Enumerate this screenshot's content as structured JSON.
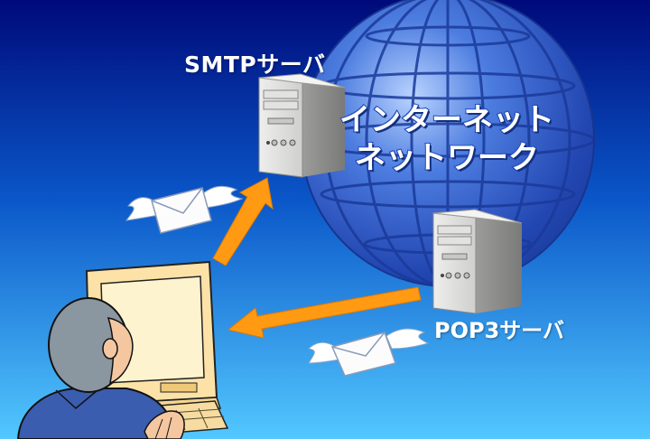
{
  "labels": {
    "smtp_server": "SMTPサーバ",
    "pop3_server": "POP3サーバ",
    "internet_line1": "インターネット",
    "internet_line2": "ネットワーク"
  },
  "icons": {
    "globe": "globe-icon",
    "server": "server-tower-icon",
    "mail": "winged-envelope-icon",
    "computer": "computer-monitor-icon",
    "user": "user-person-icon",
    "arrow": "arrow-icon"
  },
  "colors": {
    "background_top": "#000a7a",
    "background_bottom": "#4fc4ff",
    "arrow": "#ff9a12",
    "globe": "#2d5fd2",
    "server": "#d8d8d6"
  }
}
